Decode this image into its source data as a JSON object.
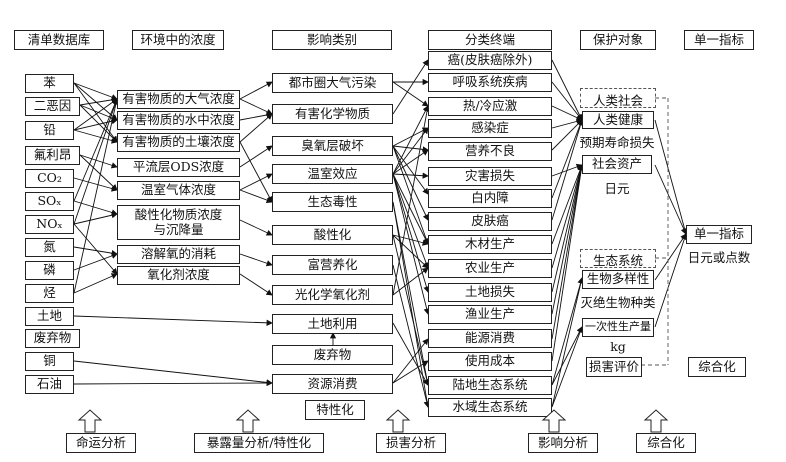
{
  "headers": {
    "inventory": "清单数据库",
    "env_conc": "环境中的浓度",
    "impact_cat": "影响类别",
    "endpoints": "分类终端",
    "protect": "保护对象",
    "single": "单一指标"
  },
  "substances": [
    "苯",
    "二恶因",
    "铅",
    "氟利昂",
    "CO₂",
    "SOₓ",
    "NOₓ",
    "氮",
    "磷",
    "烃",
    "土地",
    "废弃物",
    "铜",
    "石油"
  ],
  "concentrations": [
    "有害物质的大气浓度",
    "有害物质的水中浓度",
    "有害物质的土壤浓度",
    "平流层ODS浓度",
    "温室气体浓度",
    "酸性化物质浓度",
    "与沉降量",
    "溶解氧的消耗",
    "氧化剂浓度"
  ],
  "impacts": [
    "都市圈大气污染",
    "有害化学物质",
    "臭氧层破坏",
    "温室效应",
    "生态毒性",
    "酸性化",
    "富营养化",
    "光化学氧化剂",
    "土地利用",
    "废弃物",
    "资源消费"
  ],
  "characterization": "特性化",
  "endpoint_items": [
    "癌(皮肤癌除外)",
    "呼吸系统疾病",
    "热/冷应激",
    "感染症",
    "营养不良",
    "灾害损失",
    "白内障",
    "皮肤癌",
    "木材生产",
    "农业生产",
    "土地损失",
    "渔业生产",
    "能源消费",
    "使用成本",
    "陆地生态系统",
    "水域生态系统"
  ],
  "protection": {
    "human_society": "人类社会",
    "human_health": "人类健康",
    "daly": "预期寿命损失",
    "social_assets": "社会资产",
    "yen": "日元",
    "eco_system": "生态系统",
    "biodiversity": "生物多样性",
    "extinct": "灭绝生物种类",
    "primary_production": "一次性生产量",
    "kg": "kg",
    "damage_eval": "损害评价"
  },
  "single_indicator": {
    "title": "单一指标",
    "unit": "日元或点数",
    "integration": "综合化"
  },
  "stages": [
    "命运分析",
    "暴露量分析/特性化",
    "损害分析",
    "影响分析",
    "综合化"
  ]
}
